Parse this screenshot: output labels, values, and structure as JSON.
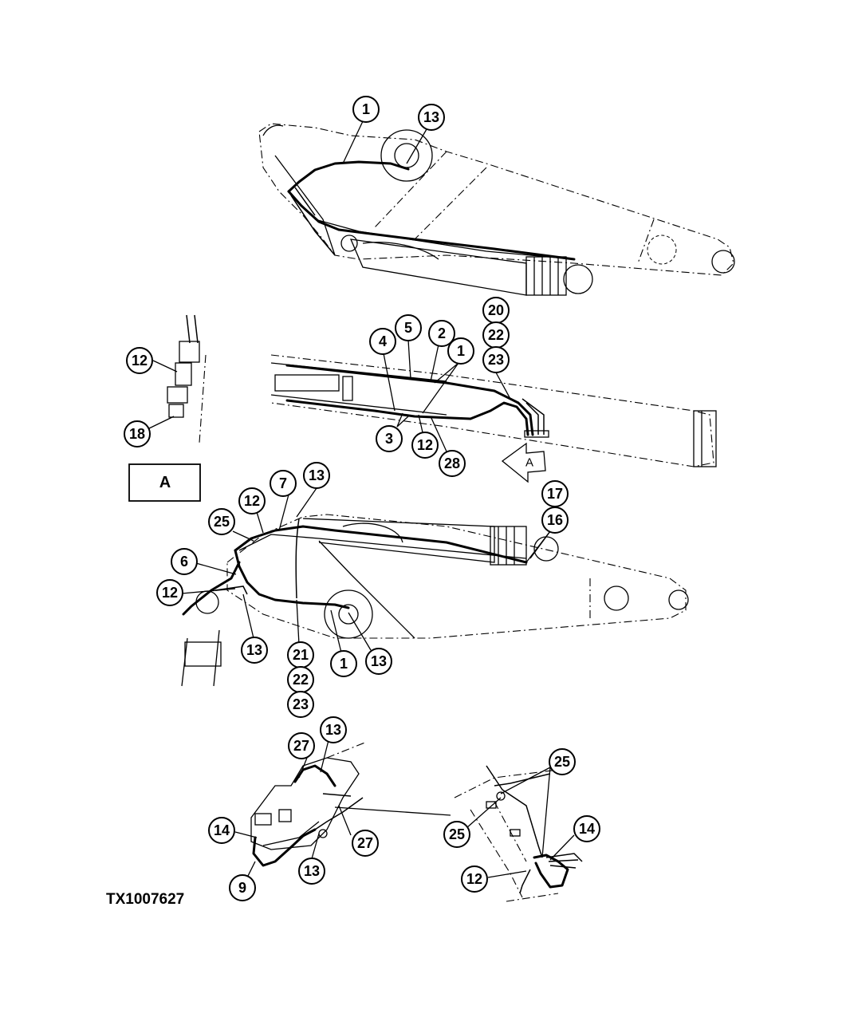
{
  "figure": {
    "id": "TX1007627",
    "view_label": "A",
    "view_arrow_label": "A"
  },
  "callouts": {
    "c1": "1",
    "c2": "2",
    "c3": "3",
    "c4": "4",
    "c5": "5",
    "c6": "6",
    "c7": "7",
    "c9": "9",
    "c12": "12",
    "c13": "13",
    "c14": "14",
    "c16": "16",
    "c17": "17",
    "c18": "18",
    "c20": "20",
    "c21": "21",
    "c22": "22",
    "c23": "23",
    "c25": "25",
    "c27": "27",
    "c28": "28"
  }
}
